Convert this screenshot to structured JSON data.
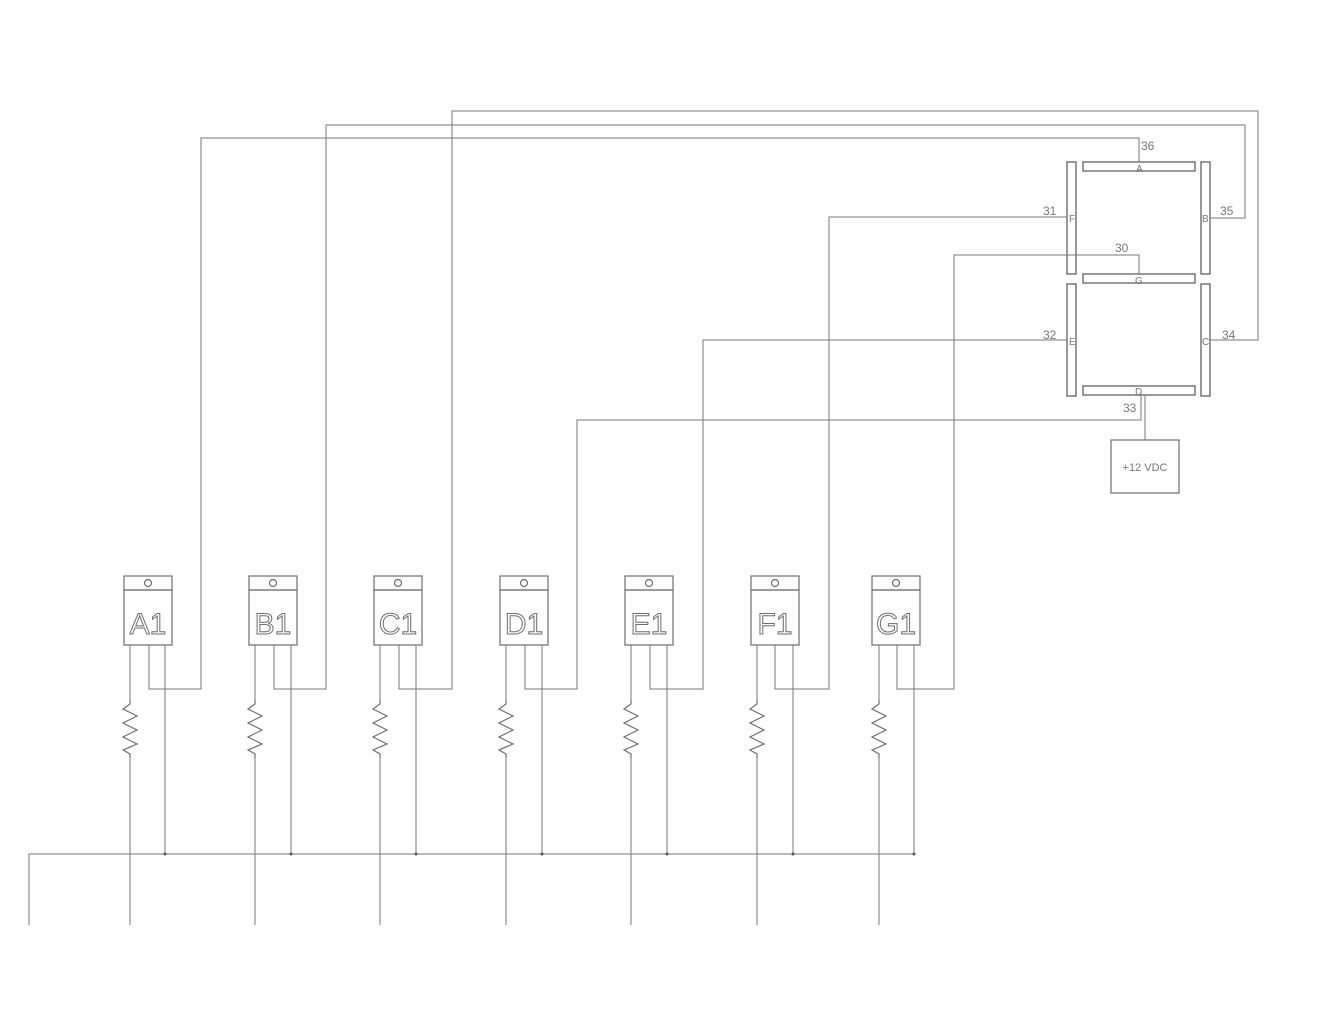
{
  "display": {
    "segments": [
      {
        "letter": "A",
        "pin": "36"
      },
      {
        "letter": "B",
        "pin": "35"
      },
      {
        "letter": "C",
        "pin": "34"
      },
      {
        "letter": "D",
        "pin": "33"
      },
      {
        "letter": "E",
        "pin": "32"
      },
      {
        "letter": "F",
        "pin": "31"
      },
      {
        "letter": "G",
        "pin": "30"
      }
    ]
  },
  "power": {
    "label": "+12 VDC"
  },
  "transistors": [
    {
      "label": "A1"
    },
    {
      "label": "B1"
    },
    {
      "label": "C1"
    },
    {
      "label": "D1"
    },
    {
      "label": "E1"
    },
    {
      "label": "F1"
    },
    {
      "label": "G1"
    }
  ]
}
